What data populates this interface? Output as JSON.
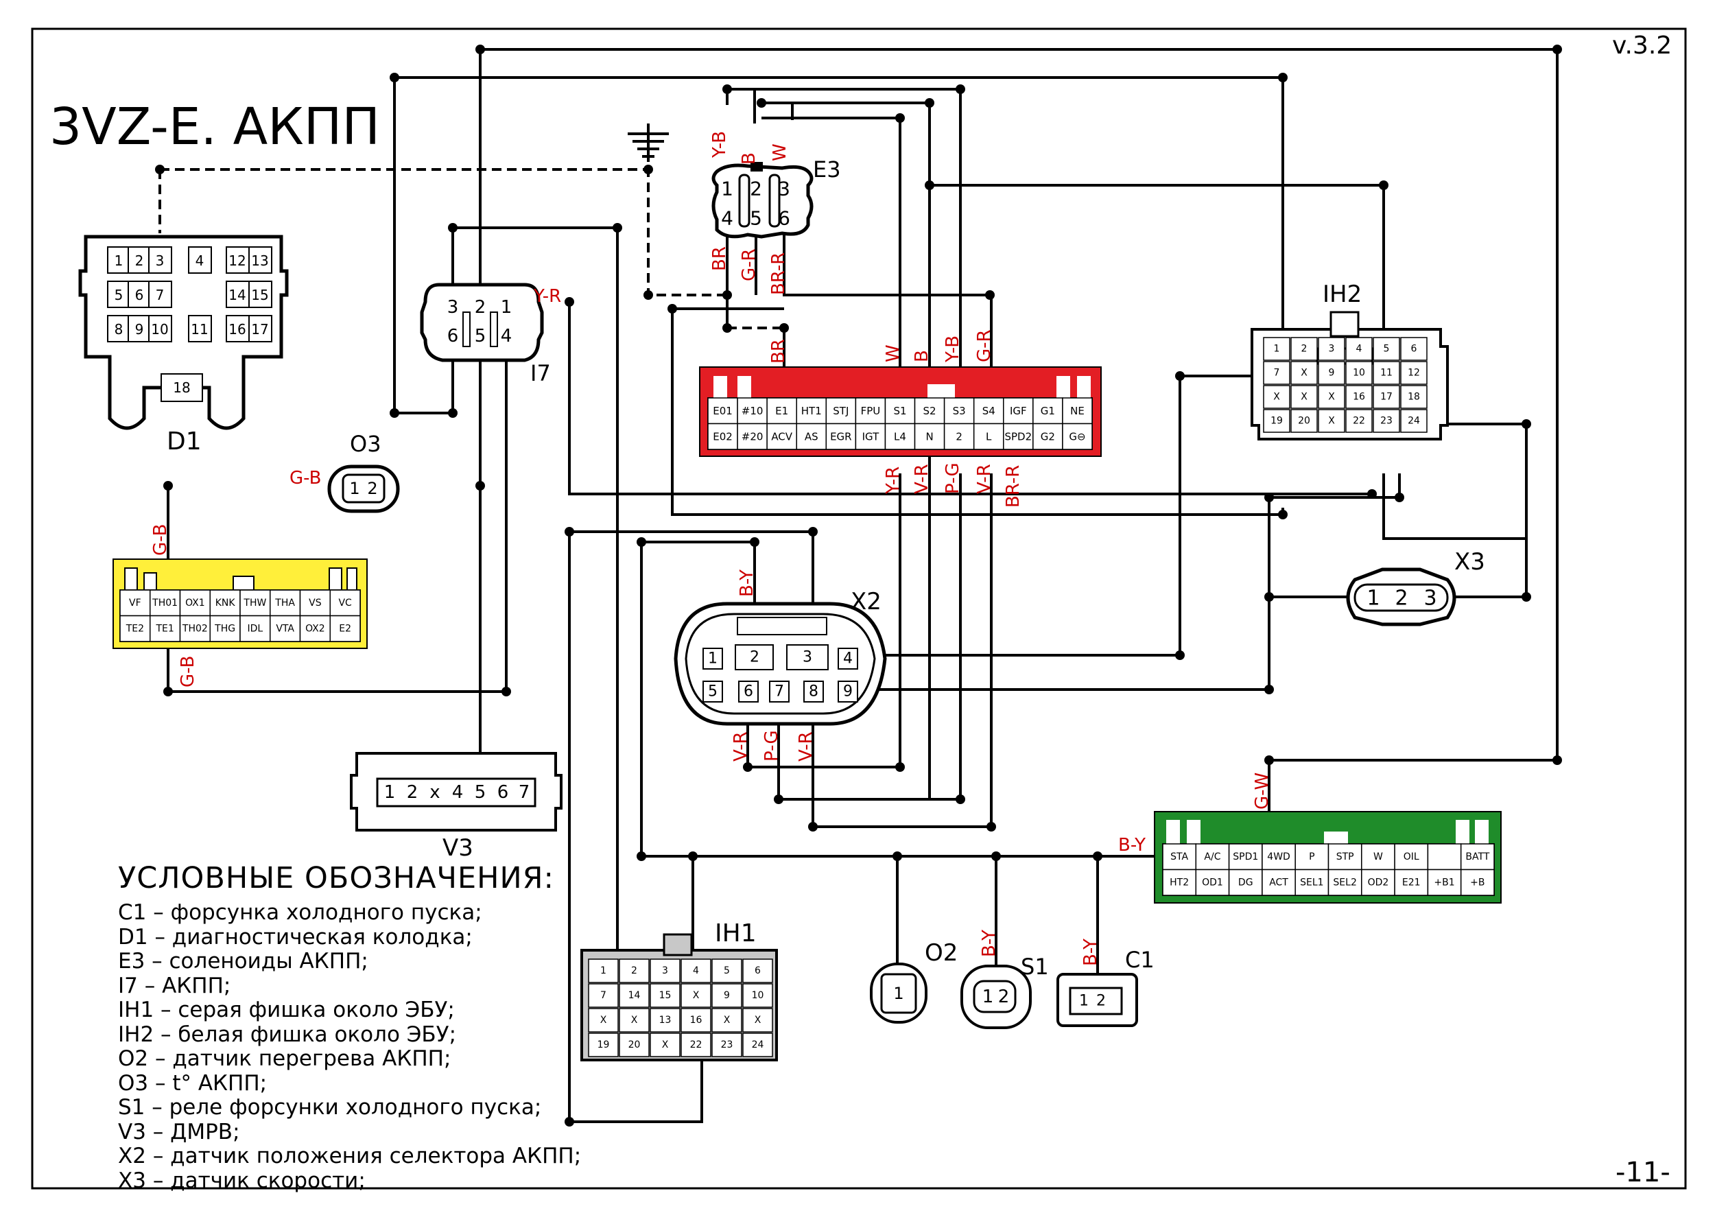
{
  "title": "3VZ-E. АКПП",
  "version": "v.3.2",
  "page_number": "-11-",
  "colors": {
    "wire_label": "#cc0000",
    "ecu_red": "#e31e24",
    "ecu_yellow": "#ffef3a",
    "ecu_green": "#1f8c2a",
    "connector_gray": "#c8c8c8"
  },
  "icons": [
    "ground-symbol"
  ],
  "connectors": {
    "d1": {
      "name": "D1",
      "pins": [
        "1",
        "2",
        "3",
        "4",
        "12",
        "13",
        "5",
        "6",
        "7",
        "14",
        "15",
        "8",
        "9",
        "10",
        "11",
        "16",
        "17",
        "18"
      ]
    },
    "e3": {
      "name": "E3",
      "pins": [
        "1",
        "2",
        "3",
        "4",
        "5",
        "6"
      ]
    },
    "i7": {
      "name": "I7",
      "pins": [
        "3",
        "2",
        "1",
        "6",
        "5",
        "4"
      ]
    },
    "o3": {
      "name": "O3",
      "pins": [
        "1",
        "2"
      ]
    },
    "ih2": {
      "name": "IH2",
      "pins": [
        "1",
        "2",
        "3",
        "4",
        "5",
        "6",
        "7",
        "X",
        "9",
        "10",
        "11",
        "12",
        "X",
        "X",
        "X",
        "16",
        "17",
        "18",
        "19",
        "20",
        "X",
        "22",
        "23",
        "24"
      ]
    },
    "x3": {
      "name": "X3",
      "pins": [
        "1",
        "2",
        "3"
      ]
    },
    "x2": {
      "name": "X2",
      "pins": [
        "1",
        "2",
        "3",
        "4",
        "5",
        "6",
        "7",
        "8",
        "9"
      ]
    },
    "v3": {
      "name": "V3",
      "pins": [
        "1",
        "2",
        "x",
        "4",
        "5",
        "6",
        "7"
      ]
    },
    "ih1": {
      "name": "IH1",
      "pins": [
        "1",
        "2",
        "3",
        "4",
        "5",
        "6",
        "7",
        "14",
        "15",
        "X",
        "9",
        "10",
        "X",
        "X",
        "13",
        "16",
        "X",
        "X",
        "19",
        "20",
        "X",
        "22",
        "23",
        "24"
      ]
    },
    "o2": {
      "name": "O2",
      "pins": [
        "1"
      ]
    },
    "s1": {
      "name": "S1",
      "pins": [
        "1",
        "2"
      ]
    },
    "c1": {
      "name": "C1",
      "pins": [
        "1",
        "2"
      ]
    }
  },
  "ecu_red": {
    "top_row": [
      "E01",
      "#10",
      "E1",
      "HT1",
      "STJ",
      "FPU",
      "S1",
      "S2",
      "S3",
      "S4",
      "IGF",
      "G1",
      "NE"
    ],
    "bottom_row": [
      "E02",
      "#20",
      "ACV",
      "AS",
      "EGR",
      "IGT",
      "L4",
      "N",
      "2",
      "L",
      "SPD2",
      "G2",
      "G⊖"
    ]
  },
  "ecu_yellow": {
    "top_row": [
      "VF",
      "TH01",
      "OX1",
      "KNK",
      "THW",
      "THA",
      "VS",
      "VC"
    ],
    "bottom_row": [
      "TE2",
      "TE1",
      "TH02",
      "THG",
      "IDL",
      "VTA",
      "OX2",
      "E2"
    ]
  },
  "ecu_green": {
    "top_row": [
      "STA",
      "A/C",
      "SPD1",
      "4WD",
      "P",
      "STP",
      "W",
      "OIL",
      "",
      "BATT"
    ],
    "bottom_row": [
      "HT2",
      "OD1",
      "DG",
      "ACT",
      "SEL1",
      "SEL2",
      "OD2",
      "E21",
      "+B1",
      "+B"
    ]
  },
  "wire_labels": {
    "e3_yb": "Y-B",
    "e3_b": "B",
    "e3_w": "W",
    "e3_br": "BR",
    "e3_gr": "G-R",
    "e3_brr": "BR-R",
    "i7_yr": "Y-R",
    "o3_gb": "G-B",
    "yel_gb1": "G-B",
    "yel_gb2": "G-B",
    "red_br": "BR",
    "red_w": "W",
    "red_b": "B",
    "red_yb": "Y-B",
    "red_gr": "G-R",
    "red_vr1": "Y-R",
    "red_vr2": "V-R",
    "red_pg": "P-G",
    "red_vr3": "V-R",
    "red_brr": "BR-R",
    "x2_by": "B-Y",
    "x2_vr1": "V-R",
    "x2_pg": "P-G",
    "x2_vr2": "V-R",
    "green_gw": "G-W",
    "green_by": "B-Y",
    "s1_by": "B-Y",
    "c1_by": "B-Y"
  },
  "legend": {
    "title": "УСЛОВНЫЕ ОБОЗНАЧЕНИЯ:",
    "items": [
      "C1 – форсунка холодного пуска;",
      "D1 – диагностическая колодка;",
      "E3 – соленоиды АКПП;",
      "I7 – АКПП;",
      "IH1 – серая фишка около ЭБУ;",
      "IH2 – белая фишка около ЭБУ;",
      "O2 – датчик перегрева АКПП;",
      "O3 – t° АКПП;",
      "S1 – реле форсунки холодного пуска;",
      "V3 – ДМРВ;",
      "X2 – датчик положения селектора АКПП;",
      "X3 – датчик скорости;"
    ]
  }
}
